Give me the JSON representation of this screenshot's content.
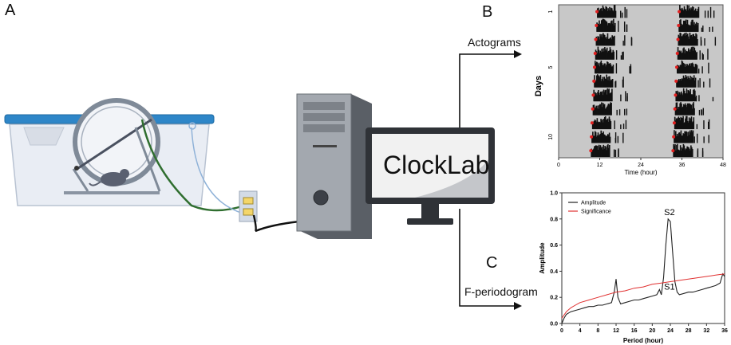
{
  "labels": {
    "panel_a": "A",
    "panel_b": "B",
    "panel_c": "C",
    "actograms": "Actograms",
    "f_periodogram": "F-periodogram",
    "software": "ClockLab"
  },
  "actogram": {
    "ylabel": "Days",
    "xlabel": "Time (hour)",
    "xticks": [
      "0",
      "12",
      "24",
      "36",
      "48"
    ],
    "yticks": [
      "1",
      "5",
      "10"
    ],
    "days": 11,
    "background": "#c8c8c8",
    "bar_color": "#111111",
    "onset_color": "#e02020"
  },
  "chart_data": {
    "type": "line",
    "xlabel": "Period (hour)",
    "ylabel": "Amplitude",
    "xlim": [
      0,
      36
    ],
    "ylim": [
      0,
      1.0
    ],
    "xticks": [
      "0",
      "4",
      "8",
      "12",
      "16",
      "20",
      "24",
      "28",
      "32",
      "36"
    ],
    "yticks": [
      "0.0",
      "0.2",
      "0.4",
      "0.6",
      "0.8",
      "1.0"
    ],
    "legend_position": "top-left",
    "annotations": [
      {
        "text": "S2",
        "x": 23.8,
        "y": 0.83
      },
      {
        "text": "S1",
        "x": 23.8,
        "y": 0.26
      }
    ],
    "series": [
      {
        "name": "Amplitude",
        "color": "#222222",
        "x": [
          0,
          0.5,
          1,
          2,
          3,
          4,
          5,
          6,
          7,
          8,
          9,
          10,
          11,
          11.6,
          12,
          12.4,
          13,
          14,
          15,
          16,
          17,
          18,
          19,
          20,
          21,
          21.6,
          22,
          22.5,
          23,
          23.5,
          24,
          24.5,
          25,
          25.5,
          26,
          27,
          28,
          29,
          30,
          31,
          32,
          33,
          34,
          35,
          35.6,
          36
        ],
        "y": [
          0.0,
          0.04,
          0.07,
          0.09,
          0.1,
          0.11,
          0.12,
          0.13,
          0.13,
          0.14,
          0.14,
          0.15,
          0.16,
          0.24,
          0.34,
          0.2,
          0.15,
          0.16,
          0.17,
          0.18,
          0.18,
          0.19,
          0.2,
          0.21,
          0.22,
          0.26,
          0.22,
          0.35,
          0.6,
          0.8,
          0.78,
          0.55,
          0.32,
          0.24,
          0.22,
          0.23,
          0.24,
          0.24,
          0.25,
          0.26,
          0.27,
          0.28,
          0.29,
          0.31,
          0.38,
          0.36
        ]
      },
      {
        "name": "Significance",
        "color": "#e03030",
        "x": [
          0,
          1,
          2,
          3,
          4,
          6,
          8,
          10,
          12,
          14,
          16,
          18,
          20,
          22,
          24,
          26,
          28,
          30,
          32,
          34,
          36
        ],
        "y": [
          0.04,
          0.09,
          0.12,
          0.14,
          0.16,
          0.18,
          0.2,
          0.22,
          0.24,
          0.25,
          0.27,
          0.28,
          0.3,
          0.31,
          0.32,
          0.33,
          0.34,
          0.35,
          0.36,
          0.37,
          0.38
        ]
      }
    ]
  }
}
